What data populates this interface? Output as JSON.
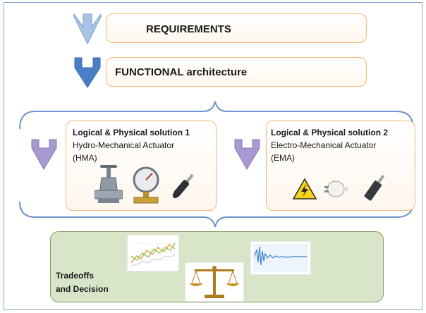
{
  "requirements": {
    "label": "REQUIREMENTS"
  },
  "functional": {
    "label_bold": "FUNCTIONAL",
    "label_rest": " architecture"
  },
  "solution1": {
    "title": "Logical & Physical solution 1",
    "line1": "Hydro-Mechanical Actuator",
    "line2": "(HMA)",
    "icons": [
      "valve-icon",
      "pressure-gauge-icon",
      "hydraulic-cylinder-icon"
    ]
  },
  "solution2": {
    "title": "Logical & Physical solution 2",
    "line1": "Electro-Mechanical Actuator",
    "line2": "(EMA)",
    "icons": [
      "high-voltage-warning-icon",
      "electric-plug-icon",
      "electric-actuator-icon"
    ]
  },
  "tradeoffs": {
    "line1": "Tradeoffs",
    "line2": "and Decision",
    "icons": [
      "line-chart-thumbnail",
      "balance-scale-icon",
      "signal-plot-thumbnail"
    ]
  },
  "colors": {
    "box_border": "#f0b978",
    "arrow_light_blue": "#a9c4e6",
    "arrow_blue": "#4a7fc4",
    "arrow_purple": "#a89ad0",
    "brace": "#6f93cc",
    "tradeoff_fill": "#d9e5c8",
    "tradeoff_border": "#8a9a64"
  }
}
